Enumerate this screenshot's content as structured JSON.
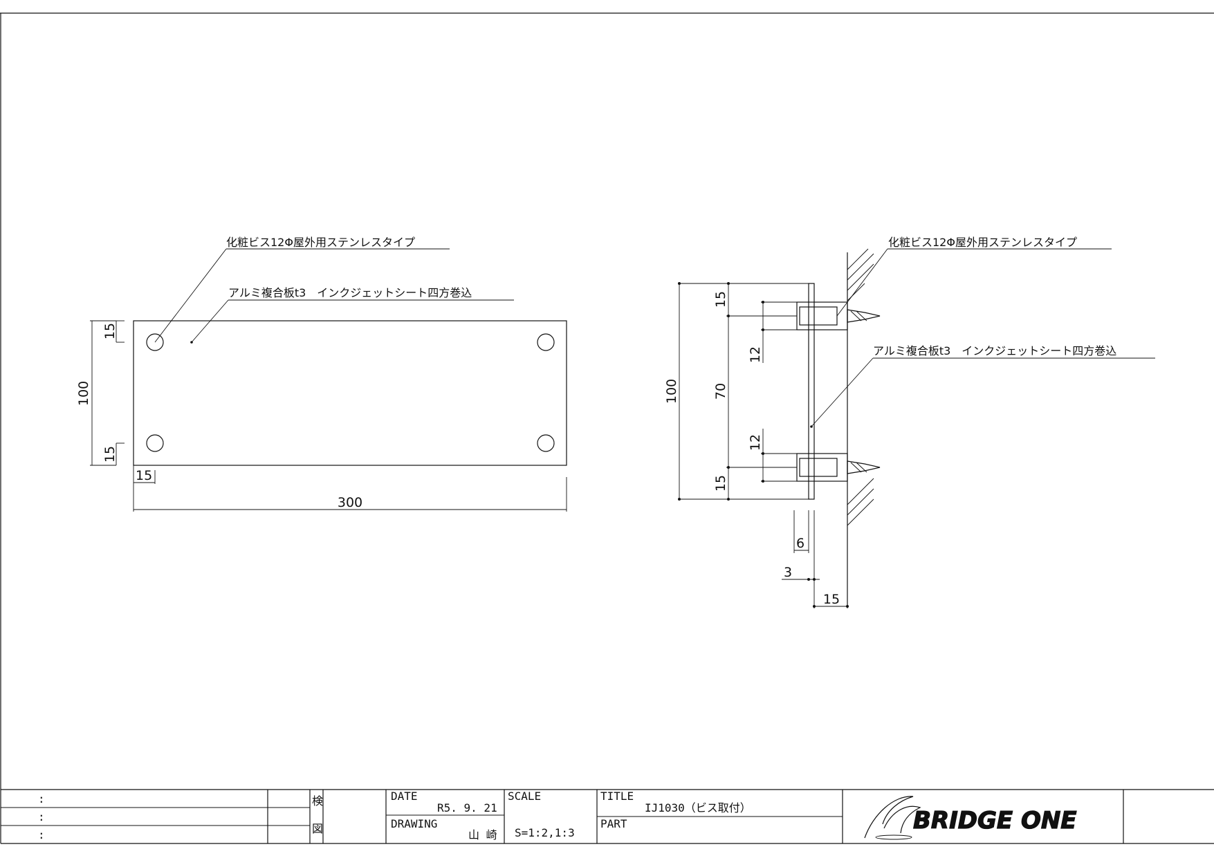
{
  "front_view": {
    "callout_screw": "化粧ビス12Φ屋外用ステンレスタイプ",
    "callout_panel": "アルミ複合板t3　インクジェットシート四方巻込",
    "dim_width": "300",
    "dim_height": "100",
    "dim_top_offset": "15",
    "dim_bottom_offset": "15",
    "dim_left_offset": "15"
  },
  "side_view": {
    "callout_screw": "化粧ビス12Φ屋外用ステンレスタイプ",
    "callout_panel": "アルミ複合板t3　インクジェットシート四方巻込",
    "dim_height": "100",
    "dim_top": "15",
    "dim_top_spacer": "12",
    "dim_middle": "70",
    "dim_bottom_spacer": "12",
    "dim_bottom": "15",
    "dim_spacer_width": "6",
    "dim_panel_thickness": "3",
    "dim_standoff": "15"
  },
  "title_block": {
    "rev_rows": [
      ":",
      ":",
      ":"
    ],
    "check_label": "検",
    "drawn_label": "図",
    "date_label": "DATE",
    "date_value": "R5. 9. 21",
    "drawing_label": "DRAWING",
    "drawing_value": "山 崎",
    "scale_label": "SCALE",
    "scale_value": "S=1:2,1:3",
    "title_label": "TITLE",
    "title_value": "IJ1030（ビス取付）",
    "part_label": "PART",
    "part_value": "",
    "company_logo_text": "BRIDGE ONE"
  }
}
